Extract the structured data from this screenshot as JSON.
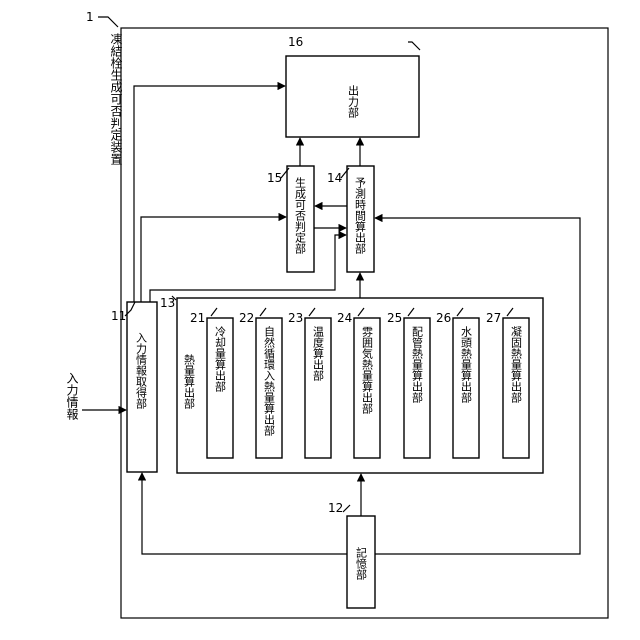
{
  "device_title": "凍結栓生成可否判定装置",
  "input_label": "入力情報",
  "refs": {
    "device": "1",
    "input_acquisition": "11",
    "storage": "12",
    "heat_calc": "13",
    "freeze_time": "14",
    "freeze_judge": "15",
    "output": "16",
    "cooling": "21",
    "natural_circulation": "22",
    "temperature": "23",
    "ambient_heat": "24",
    "pipe_heat": "25",
    "water_heat": "26",
    "solidification_heat": "27"
  },
  "blocks": {
    "output": "出力部",
    "freeze_judge": "生成可否判定部",
    "freeze_time": "予測時間算出部",
    "input_acquisition": "入力情報取得部",
    "storage": "記憶部",
    "heat_calc": "熱量算出部"
  },
  "sub_blocks": [
    "冷却量算出部",
    "自然循環入熱量算出部",
    "温度算出部",
    "雰囲気熱量算出部",
    "配管熱量算出部",
    "水頭熱量算出部",
    "凝固熱量算出部"
  ]
}
